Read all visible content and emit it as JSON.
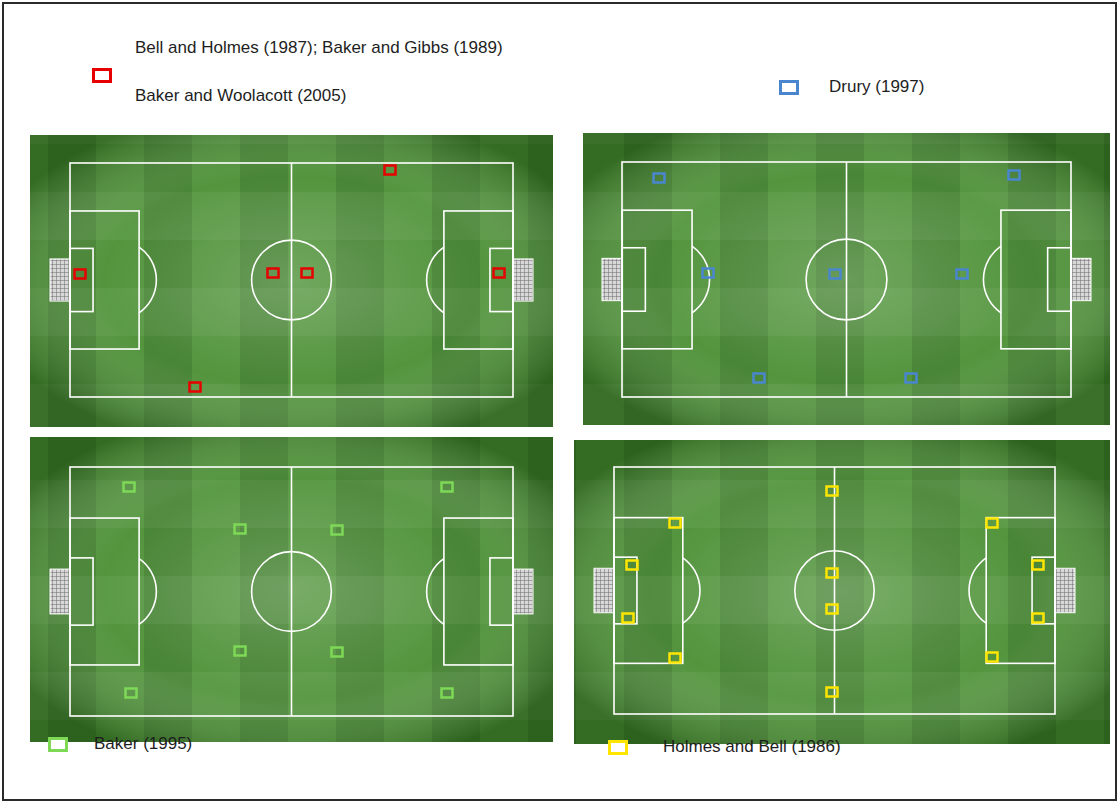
{
  "diagram": {
    "legend": [
      {
        "text": "Bell and Holmes (1987); Baker and Gibbs (1989) Baker and Woolacott (2005)",
        "color": "#e60000"
      },
      {
        "text": "Drury (1997)",
        "color": "#4a86d0"
      },
      {
        "text": "Baker (1995)",
        "color": "#7ed957"
      },
      {
        "text": "Holmes and Bell (1986)",
        "color": "#ffe600"
      }
    ]
  }
}
